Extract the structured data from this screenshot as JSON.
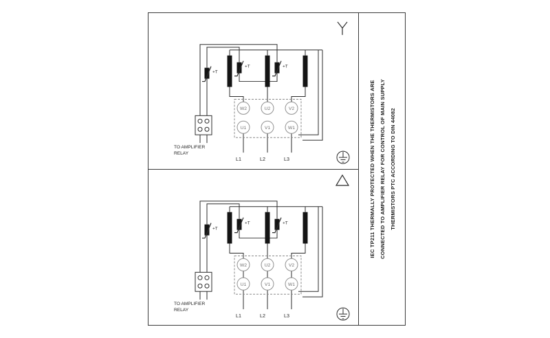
{
  "terminals": {
    "top": [
      "W2",
      "U2",
      "V2"
    ],
    "bottom": [
      "U1",
      "V1",
      "W1"
    ]
  },
  "supply": [
    "L1",
    "L2",
    "L3"
  ],
  "thermistor_label": "+T",
  "relay_note": {
    "line1": "TO AMPLIFIER",
    "line2": "RELAY"
  },
  "side_note": {
    "line1": "IEC TP211 THERMALLY PROTECTED WHEN THE THERMISTORS ARE",
    "line2": "CONNECTED TO AMPLIFIER RELAY FOR CONTROL OF MAIN SUPPLY",
    "line3": "THERMISTORS PTC ACCORDING TO DIN 44082"
  },
  "colors": {
    "wire": "#2b2b2b",
    "winding": "#141414",
    "terminal_stroke": "#909090",
    "terminal_text": "#6f6f6f",
    "dashed_box": "#8a8a8a",
    "frame_border": "#3a3a3a",
    "background": "#ffffff"
  }
}
